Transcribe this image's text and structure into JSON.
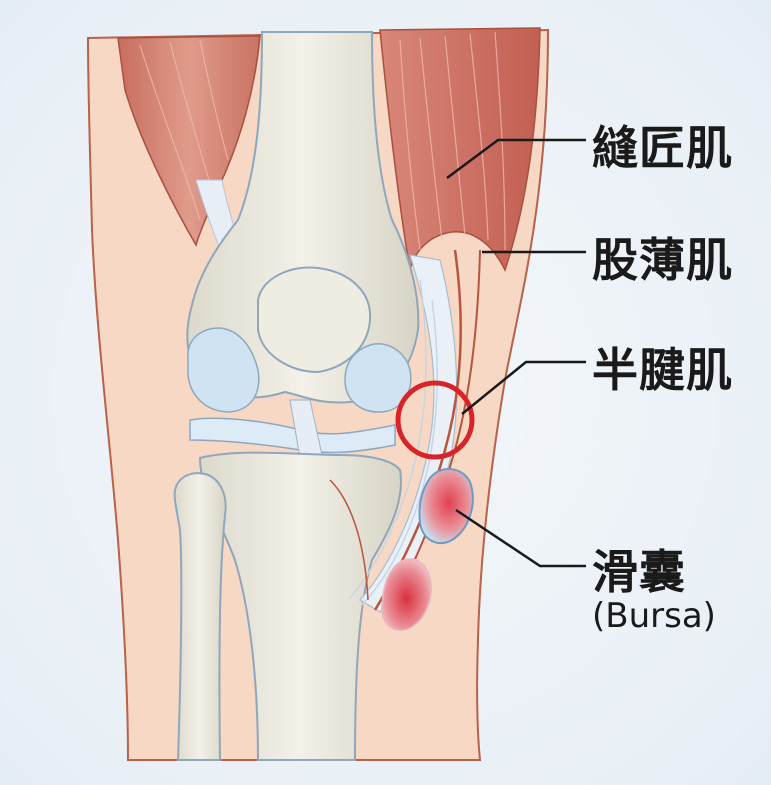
{
  "labels": {
    "sartorius": "縫匠肌",
    "gracilis": "股薄肌",
    "semitendinosus": "半腱肌",
    "bursa": "滑囊",
    "bursa_en": "(Bursa)"
  },
  "colors": {
    "background": "#eef3f7",
    "skin": "#f6d9c6",
    "skin_outline": "#b55a43",
    "muscle": "#d98c7c",
    "bone": "#ece9dc",
    "bone_outline": "#8fa7bd",
    "cartilage": "#cfe3f2",
    "tendon": "#e9f0f7",
    "highlight_circle": "#d9232a",
    "bursa_fill": "#e05463",
    "leader_line": "#1a1a1a"
  }
}
